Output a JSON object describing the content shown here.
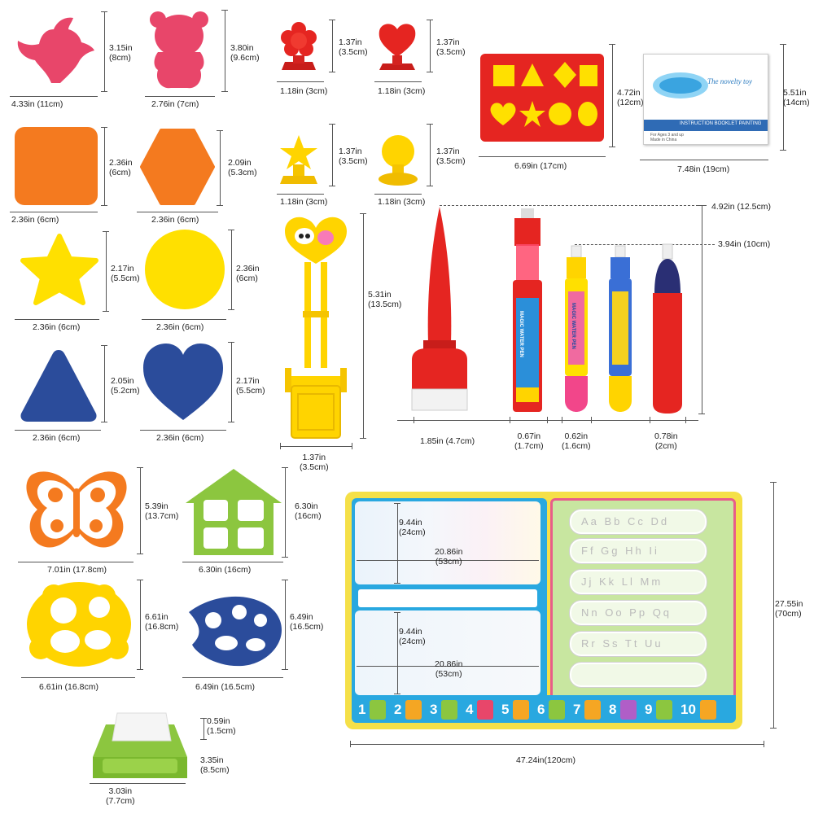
{
  "dims": {
    "bird": [
      "3.15in",
      "(8cm)"
    ],
    "bird_w": "4.33in (11cm)",
    "bear": [
      "3.80in",
      "(9.6cm)"
    ],
    "bear_w": "2.76in (7cm)",
    "stamp1_h": [
      "1.37in",
      "(3.5cm)"
    ],
    "stamp1_w": "1.18in (3cm)",
    "stamp2_h": [
      "1.37in",
      "(3.5cm)"
    ],
    "stamp2_w": "1.18in (3cm)",
    "board_h": [
      "4.72in",
      "(12cm)"
    ],
    "board_w": "6.69in (17cm)",
    "booklet_h": [
      "5.51in",
      "(14cm)"
    ],
    "booklet_w": "7.48in (19cm)",
    "square_h": [
      "2.36in",
      "(6cm)"
    ],
    "square_w": "2.36in (6cm)",
    "hexagon_h": [
      "2.09in",
      "(5.3cm)"
    ],
    "hexagon_w": "2.36in (6cm)",
    "stamp3_h": [
      "1.37in",
      "(3.5cm)"
    ],
    "stamp3_w": "1.18in (3cm)",
    "stamp4_h": [
      "1.37in",
      "(3.5cm)"
    ],
    "stamp4_w": "1.18in (3cm)",
    "star_h": [
      "2.17in",
      "(5.5cm)"
    ],
    "star_w": "2.36in (6cm)",
    "circle_h": [
      "2.36in",
      "(6cm)"
    ],
    "circle_w": "2.36in (6cm)",
    "roller_h": [
      "5.31in",
      "(13.5cm)"
    ],
    "roller_w": [
      "1.37in",
      "(3.5cm)"
    ],
    "triangle_h": [
      "2.05in",
      "(5.2cm)"
    ],
    "triangle_w": "2.36in (6cm)",
    "heart_h": [
      "2.17in",
      "(5.5cm)"
    ],
    "heart_w": "2.36in (6cm)",
    "pen_tall": "4.92in (12.5cm)",
    "pen_short": "3.94in (10cm)",
    "brush_w": "1.85in (4.7cm)",
    "pen1_w": [
      "0.67in",
      "(1.7cm)"
    ],
    "pen2_w": [
      "0.62in",
      "(1.6cm)"
    ],
    "pen3_w": [
      "0.78in",
      "(2cm)"
    ],
    "butterfly_h": [
      "5.39in",
      "(13.7cm)"
    ],
    "butterfly_w": "7.01in (17.8cm)",
    "house_h": [
      "6.30in",
      "(16cm)"
    ],
    "house_w": "6.30in (16cm)",
    "flower_h": [
      "6.61in",
      "(16.8cm)"
    ],
    "flower_w": "6.61in (16.8cm)",
    "fish_h": [
      "6.49in",
      "(16.5cm)"
    ],
    "fish_w": "6.49in (16.5cm)",
    "mat_top_h": [
      "9.44in",
      "(24cm)"
    ],
    "mat_top_w": [
      "20.86in",
      "(53cm)"
    ],
    "mat_bot_h": [
      "9.44in",
      "(24cm)"
    ],
    "mat_bot_w": [
      "20.86in",
      "(53cm)"
    ],
    "mat_h": [
      "27.55in",
      "(70cm)"
    ],
    "mat_w": "47.24in(120cm)",
    "tray_h": [
      "0.59in",
      "(1.5cm)"
    ],
    "tray_d": [
      "3.35in",
      "(8.5cm)"
    ],
    "tray_w": [
      "3.03in",
      "(7.7cm)"
    ]
  },
  "mat": {
    "rows": [
      "Aa Bb Cc Dd",
      "Ff Gg Hh Ii",
      "Jj Kk Ll Mm",
      "Nn Oo Pp Qq",
      "Rr Ss Tt Uu",
      ""
    ],
    "numbers": [
      "1",
      "2",
      "3",
      "4",
      "5",
      "6",
      "7",
      "8",
      "9",
      "10"
    ]
  },
  "booklet": {
    "tagline": "The novelty toy",
    "caption": "INSTRUCTION BOOKLET PAINTING",
    "small1": "For Ages 3 and up",
    "small2": "Made in China"
  },
  "pens": {
    "label1": "MAGIC WATER PEN",
    "label2": "MAGIC WATER PEN"
  },
  "colors": {
    "pink": "#e8466a",
    "orange": "#f47a1f",
    "yellow": "#ffe000",
    "blue": "#2b4c9b",
    "red": "#e52521",
    "green": "#8cc63f",
    "mat_frame": "#f5e048",
    "mat_blue": "#29a8e0"
  }
}
